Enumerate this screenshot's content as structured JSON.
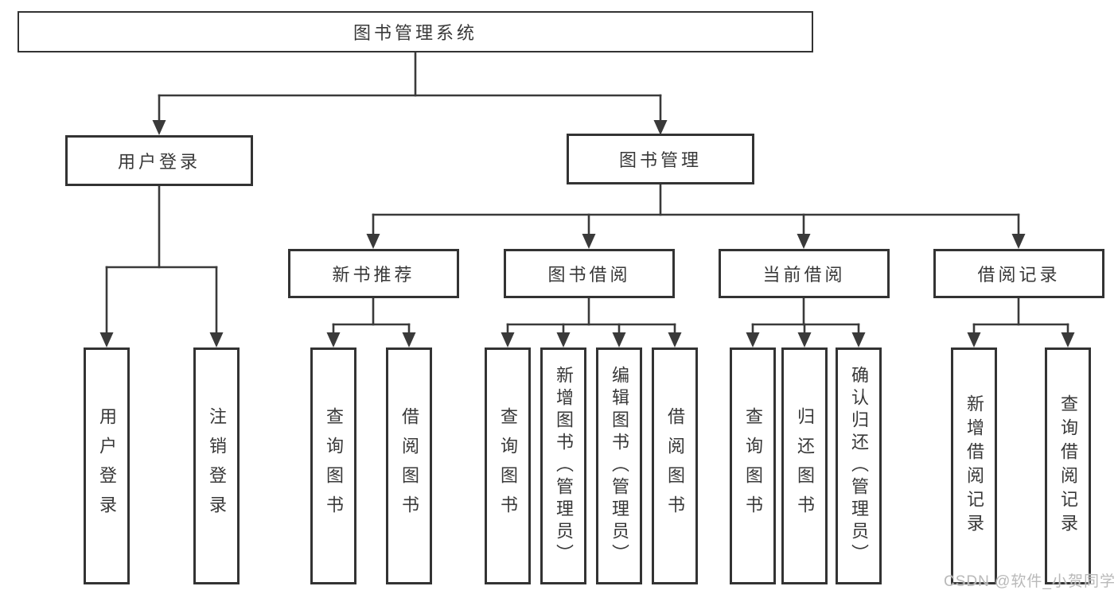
{
  "watermark": "CSDN @软件_小贺同学",
  "colors": {
    "line": "#3a3a3a",
    "box_border": "#333333",
    "text": "#383838",
    "background": "#ffffff",
    "watermark": "#b9b9b9"
  },
  "tree": {
    "label": "图书管理系统",
    "children": [
      {
        "label": "用户登录",
        "children": [
          {
            "label": "用户登录"
          },
          {
            "label": "注销登录"
          }
        ]
      },
      {
        "label": "图书管理",
        "children": [
          {
            "label": "新书推荐",
            "children": [
              {
                "label": "查询图书"
              },
              {
                "label": "借阅图书"
              }
            ]
          },
          {
            "label": "图书借阅",
            "children": [
              {
                "label": "查询图书"
              },
              {
                "label": "新增图书（管理员）"
              },
              {
                "label": "编辑图书（管理员）"
              },
              {
                "label": "借阅图书"
              }
            ]
          },
          {
            "label": "当前借阅",
            "children": [
              {
                "label": "查询图书"
              },
              {
                "label": "归还图书"
              },
              {
                "label": "确认归还（管理员）"
              }
            ]
          },
          {
            "label": "借阅记录",
            "children": [
              {
                "label": "新增借阅记录"
              },
              {
                "label": "查询借阅记录"
              }
            ]
          }
        ]
      }
    ]
  }
}
